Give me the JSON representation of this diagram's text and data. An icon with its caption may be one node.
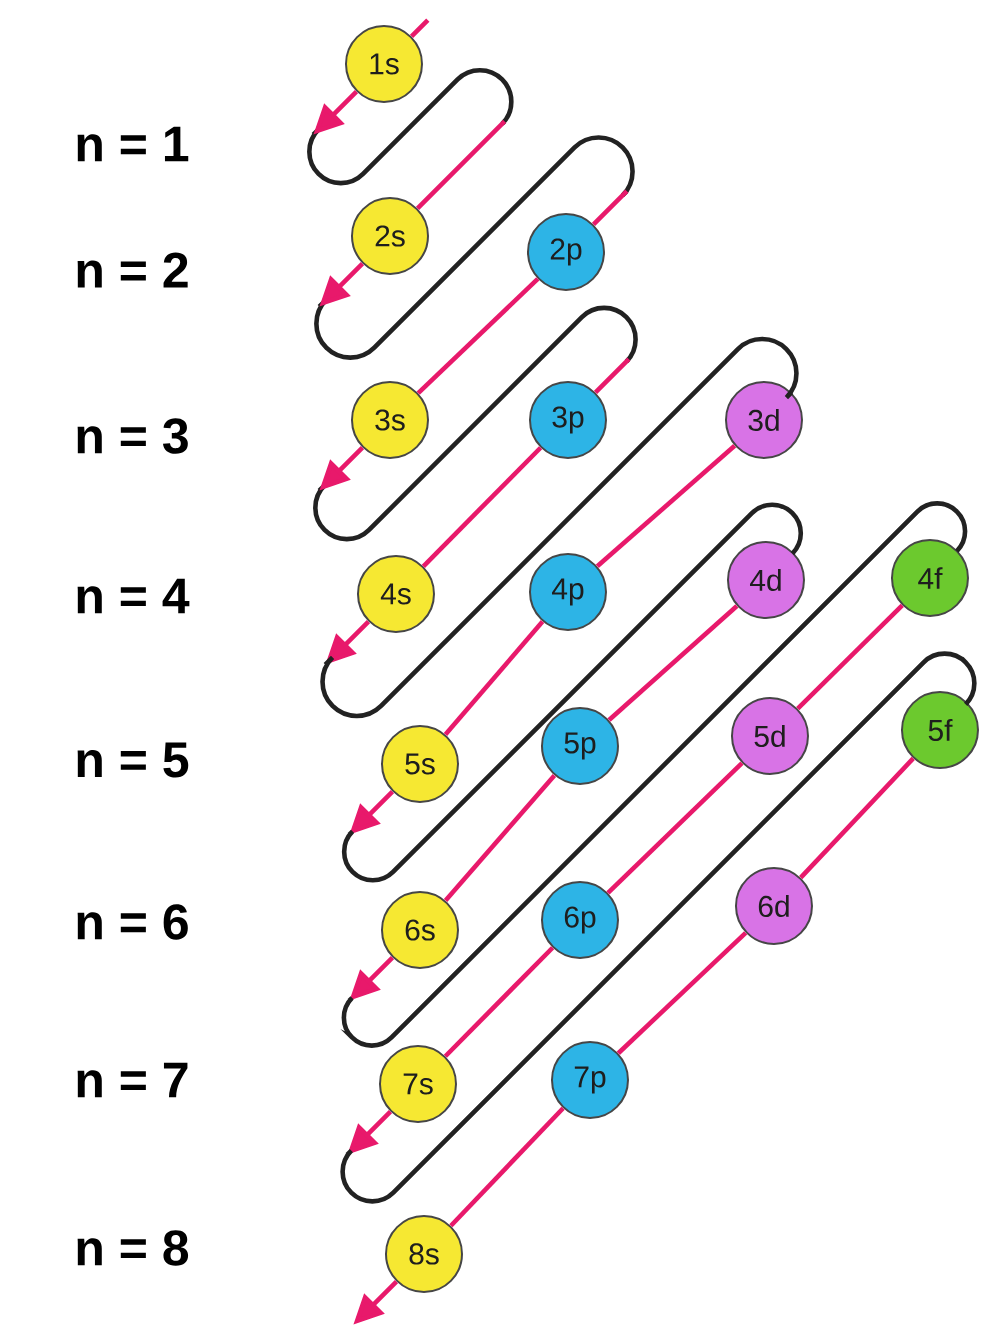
{
  "diagram": {
    "nodes": [
      {
        "text": [
          "1s"
        ]
      },
      {
        "text": [
          "2s"
        ]
      },
      {
        "text": [
          "2p"
        ]
      },
      {
        "text": [
          "3s"
        ]
      },
      {
        "text": [
          "3p"
        ]
      },
      {
        "text": [
          "3d"
        ]
      },
      {
        "text": [
          "4s"
        ]
      },
      {
        "text": [
          "4p"
        ]
      },
      {
        "text": [
          "4d"
        ]
      },
      {
        "text": [
          "4f"
        ]
      },
      {
        "text": [
          "5s"
        ]
      },
      {
        "text": [
          "5p"
        ]
      },
      {
        "text": [
          "5d"
        ]
      },
      {
        "text": [
          "5f"
        ]
      },
      {
        "text": [
          "6s"
        ]
      },
      {
        "text": [
          "6p"
        ]
      },
      {
        "text": [
          "6d"
        ]
      },
      {
        "text": [
          "7s"
        ]
      },
      {
        "text": [
          "7p"
        ]
      },
      {
        "text": [
          "8s"
        ]
      }
    ],
    "edges": [
      {
        "from": null,
        "to": 0,
        "arrow": "none"
      },
      {
        "from": 0,
        "to": null,
        "arrow": "to"
      },
      {
        "from": null,
        "to": 1,
        "arrow": "none"
      },
      {
        "from": 1,
        "to": null,
        "arrow": "to"
      },
      {
        "from": null,
        "to": 2,
        "arrow": "none"
      },
      {
        "from": 2,
        "to": 3,
        "arrow": "none"
      },
      {
        "from": 3,
        "to": null,
        "arrow": "to"
      },
      {
        "from": null,
        "to": 4,
        "arrow": "none"
      },
      {
        "from": 4,
        "to": 6,
        "arrow": "none"
      },
      {
        "from": 6,
        "to": null,
        "arrow": "to"
      },
      {
        "from": 5,
        "to": 7,
        "arrow": "none"
      },
      {
        "from": 7,
        "to": 10,
        "arrow": "none"
      },
      {
        "from": 10,
        "to": null,
        "arrow": "to"
      },
      {
        "from": 8,
        "to": 11,
        "arrow": "none"
      },
      {
        "from": 11,
        "to": 14,
        "arrow": "none"
      },
      {
        "from": 14,
        "to": null,
        "arrow": "to"
      },
      {
        "from": 9,
        "to": 12,
        "arrow": "none"
      },
      {
        "from": 12,
        "to": 15,
        "arrow": "none"
      },
      {
        "from": 15,
        "to": 17,
        "arrow": "none"
      },
      {
        "from": 17,
        "to": null,
        "arrow": "to"
      },
      {
        "from": 13,
        "to": 16,
        "arrow": "none"
      },
      {
        "from": 16,
        "to": 18,
        "arrow": "none"
      },
      {
        "from": 18,
        "to": 19,
        "arrow": "none"
      },
      {
        "from": 19,
        "to": null,
        "arrow": "to"
      },
      {
        "from": null,
        "to": 5,
        "arrow": "none",
        "color": "#222222"
      },
      {
        "from": null,
        "to": 8,
        "arrow": "none",
        "color": "#222222"
      },
      {
        "from": null,
        "to": 9,
        "arrow": "none",
        "color": "#222222"
      },
      {
        "from": null,
        "to": 13,
        "arrow": "none",
        "color": "#222222"
      }
    ],
    "labels": [
      "n = 1",
      "n = 2",
      "n = 3",
      "n = 4",
      "n = 5",
      "n = 6",
      "n = 7",
      "n = 8"
    ]
  }
}
